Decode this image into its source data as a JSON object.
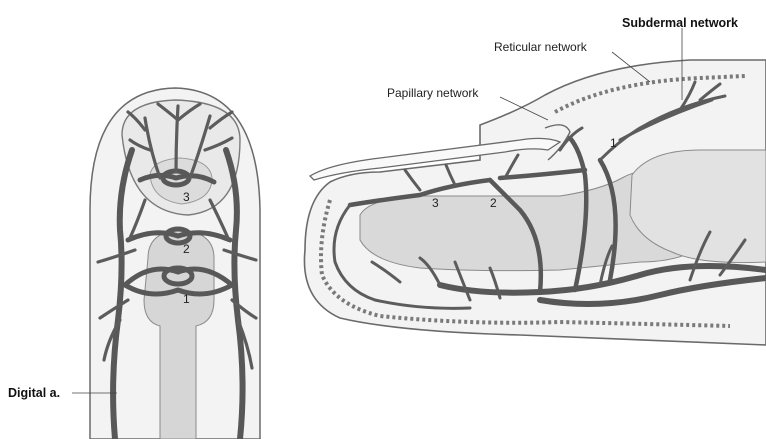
{
  "labels": {
    "subdermal": "Subdermal network",
    "reticular": "Reticular network",
    "papillary": "Papillary network",
    "digital": "Digital a."
  },
  "left_numbers": [
    "3",
    "2",
    "1"
  ],
  "right_numbers": [
    "1",
    "2",
    "3"
  ],
  "colors": {
    "vessel": "#585858",
    "tissue": "#d9d9d9",
    "skin": "#f2f2f2",
    "outline": "#6a6a6a"
  }
}
